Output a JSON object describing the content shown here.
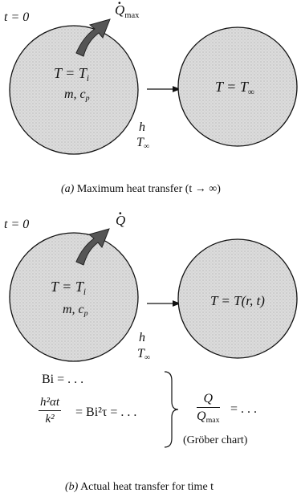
{
  "panel_a": {
    "time_label": "t = 0",
    "heat_label": "Q",
    "heat_subscript": "max",
    "body_temp_initial": "T = T",
    "body_temp_initial_sub": "i",
    "props": "m, c",
    "props_sub": "p",
    "conv_h": "h",
    "conv_tinf": "T",
    "conv_tinf_sub": "∞",
    "final_temp": "T = T",
    "final_temp_sub": "∞",
    "caption_prefix": "(a)",
    "caption_text": "Maximum heat transfer (t → ∞)"
  },
  "panel_b": {
    "time_label": "t = 0",
    "heat_label": "Q",
    "body_temp_initial": "T = T",
    "body_temp_initial_sub": "i",
    "props": "m, c",
    "props_sub": "p",
    "conv_h": "h",
    "conv_tinf": "T",
    "conv_tinf_sub": "∞",
    "final_temp": "T = T(r, t)",
    "bi_eq": "Bi = . . .",
    "fo_num": "h²αt",
    "fo_den": "k²",
    "fo_rhs": "= Bi²τ = . . .",
    "ratio_num": "Q",
    "ratio_den": "Q",
    "ratio_den_sub": "max",
    "ratio_rhs": "= . . .",
    "chart_name": "(Gröber chart)",
    "caption_prefix": "(b)",
    "caption_text": "Actual heat transfer for time t"
  },
  "colors": {
    "sphere_fill": "#d9d9d9",
    "arrow_fill": "#555555",
    "line": "#111111"
  }
}
